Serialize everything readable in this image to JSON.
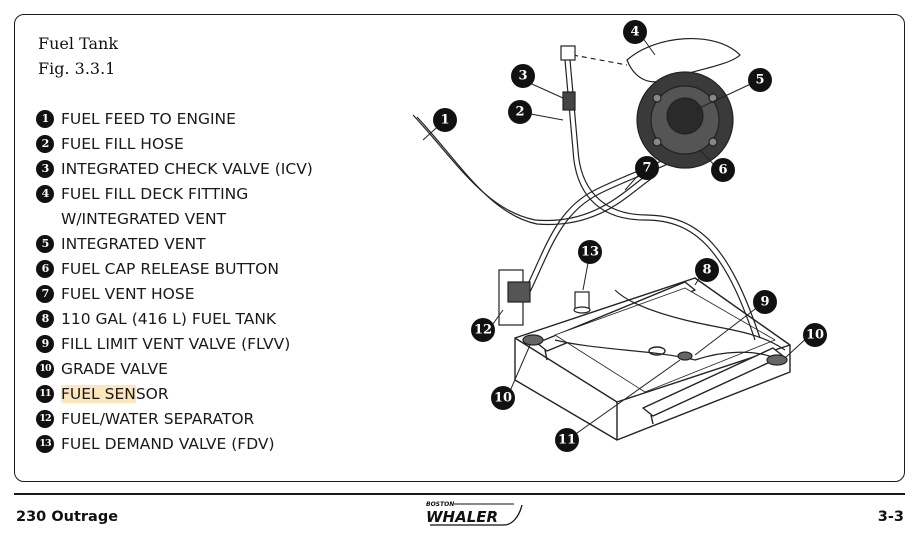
{
  "figure": {
    "title": "Fuel Tank",
    "number": "Fig. 3.3.1"
  },
  "legend": [
    {
      "num": "1",
      "label": "FUEL FEED TO ENGINE"
    },
    {
      "num": "2",
      "label": "FUEL FILL HOSE"
    },
    {
      "num": "3",
      "label": "INTEGRATED CHECK VALVE (ICV)"
    },
    {
      "num": "4",
      "label": "FUEL FILL DECK FITTING",
      "label_line2": "W/INTEGRATED VENT"
    },
    {
      "num": "5",
      "label": "INTEGRATED VENT"
    },
    {
      "num": "6",
      "label": "FUEL CAP RELEASE BUTTON"
    },
    {
      "num": "7",
      "label": "FUEL VENT HOSE"
    },
    {
      "num": "8",
      "label": "110 GAL (416 L) FUEL TANK"
    },
    {
      "num": "9",
      "label": "FILL LIMIT VENT VALVE (FLVV)"
    },
    {
      "num": "10",
      "label": "GRADE VALVE"
    },
    {
      "num": "11",
      "label": "FUEL SENSOR",
      "highlight_part": "FUEL SEN",
      "rest_part": "SOR"
    },
    {
      "num": "12",
      "label": "FUEL/WATER SEPARATOR"
    },
    {
      "num": "13",
      "label": "FUEL DEMAND VALVE (FDV)"
    }
  ],
  "diagram_callouts": [
    "1",
    "2",
    "3",
    "4",
    "5",
    "6",
    "7",
    "8",
    "9",
    "10",
    "10",
    "11",
    "12",
    "13"
  ],
  "footer": {
    "model": "230 Outrage",
    "page": "3-3",
    "logo_top": "BOSTON",
    "logo_main": "WHALER"
  },
  "colors": {
    "highlight": "#fbe6bd",
    "ink": "#111111"
  }
}
